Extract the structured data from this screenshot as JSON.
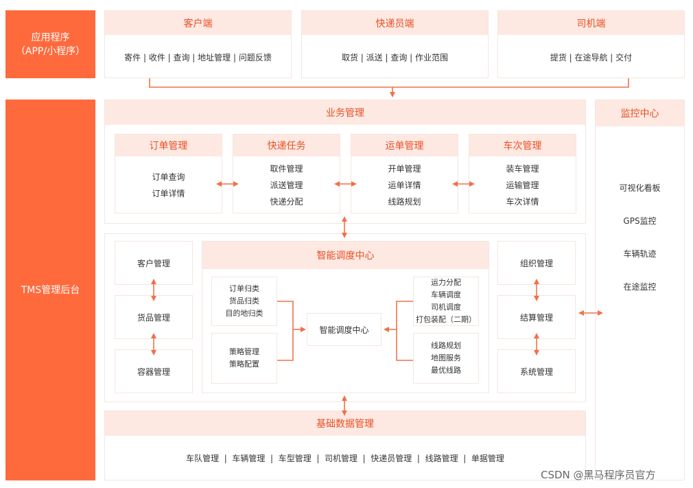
{
  "left": {
    "app_line1": "应用程序",
    "app_line2": "（APP/小程序）",
    "tms": "TMS管理后台"
  },
  "clients": [
    {
      "title": "客户端",
      "items": "寄件 | 收件 | 查询 | 地址管理 | 问题反馈"
    },
    {
      "title": "快递员端",
      "items": "取货 | 派送 | 查询 | 作业范围"
    },
    {
      "title": "司机端",
      "items": "提货 | 在途导航 | 交付"
    }
  ],
  "business": {
    "title": "业务管理",
    "cards": [
      {
        "title": "订单管理",
        "items": [
          "订单查询",
          "订单详情"
        ]
      },
      {
        "title": "快递任务",
        "items": [
          "取件管理",
          "派送管理",
          "快递分配"
        ]
      },
      {
        "title": "运单管理",
        "items": [
          "开单管理",
          "运单详情",
          "线路规划"
        ]
      },
      {
        "title": "车次管理",
        "items": [
          "装车管理",
          "运输管理",
          "车次详情"
        ]
      }
    ]
  },
  "left_modules": [
    "客户管理",
    "货品管理",
    "容器管理"
  ],
  "right_modules": [
    "组织管理",
    "结算管理",
    "系统管理"
  ],
  "dispatch": {
    "title": "智能调度中心",
    "center": "智能调度中心",
    "left_top": [
      "订单归类",
      "货品归类",
      "目的地归类"
    ],
    "left_bottom": [
      "策略管理",
      "策略配置"
    ],
    "right_top": [
      "运力分配",
      "车辆调度",
      "司机调度",
      "打包装配（二期）"
    ],
    "right_bottom": [
      "线路规划",
      "地图服务",
      "最优线路"
    ]
  },
  "base": {
    "title": "基础数据管理",
    "items": "车队管理  |  车辆管理  |  车型管理  |  司机管理  |  快递员管理  |  线路管理  |  单据管理"
  },
  "monitor": {
    "title": "监控中心",
    "items": [
      "可视化看板",
      "GPS监控",
      "车辆轨迹",
      "在途监控"
    ]
  },
  "watermark": "CSDN @黑马程序员官方",
  "colors": {
    "accent": "#ff6a3d",
    "header_bg": "#fde9e2",
    "header_text": "#e94f24",
    "arrow": "#f0714a"
  }
}
